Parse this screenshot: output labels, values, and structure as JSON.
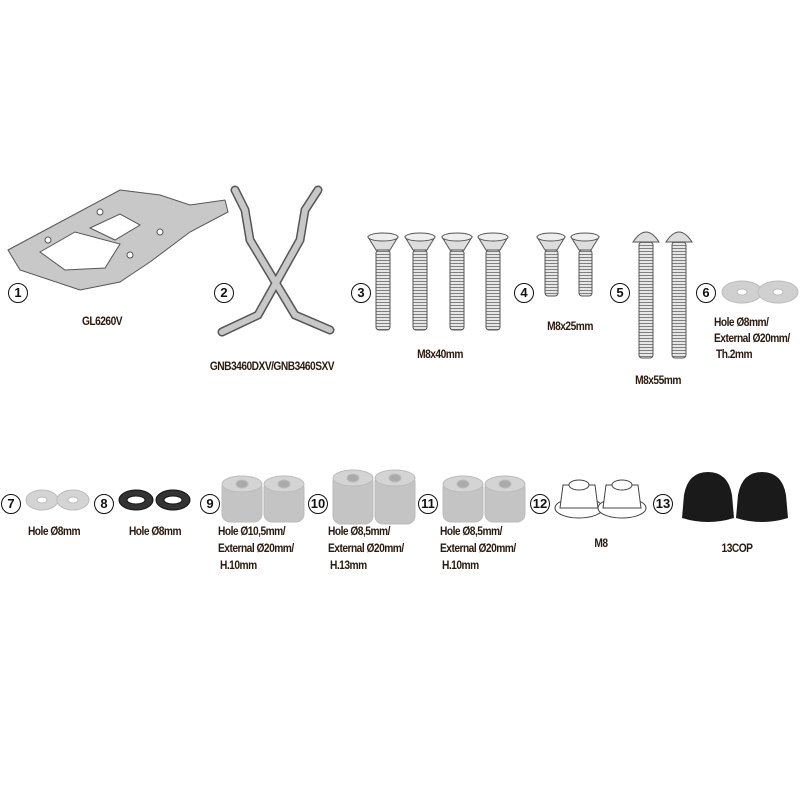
{
  "items": [
    {
      "number": "1",
      "lines": [
        "GL6260V"
      ]
    },
    {
      "number": "2",
      "lines": [
        "GNB3460DXV/GNB3460SXV"
      ]
    },
    {
      "number": "3",
      "lines": [
        "M8x40mm"
      ]
    },
    {
      "number": "4",
      "lines": [
        "M8x25mm"
      ]
    },
    {
      "number": "5",
      "lines": [
        "M8x55mm"
      ]
    },
    {
      "number": "6",
      "lines": [
        "Hole Ø8mm/",
        "External Ø20mm/",
        "Th.2mm"
      ]
    },
    {
      "number": "7",
      "lines": [
        "Hole Ø8mm"
      ]
    },
    {
      "number": "8",
      "lines": [
        "Hole Ø8mm"
      ]
    },
    {
      "number": "9",
      "lines": [
        "Hole Ø10,5mm/",
        "External Ø20mm/",
        "H.10mm"
      ]
    },
    {
      "number": "10",
      "lines": [
        "Hole Ø8,5mm/",
        "External Ø20mm/",
        "H.13mm"
      ]
    },
    {
      "number": "11",
      "lines": [
        "Hole Ø8,5mm/",
        "External Ø20mm/",
        "H.10mm"
      ]
    },
    {
      "number": "12",
      "lines": [
        "M8"
      ]
    },
    {
      "number": "13",
      "lines": [
        "13COP"
      ]
    }
  ],
  "colors": {
    "metal": "#c8c8c8",
    "outline": "#555555",
    "cap": "#1a1a1a",
    "label": "#2b1a0e"
  }
}
